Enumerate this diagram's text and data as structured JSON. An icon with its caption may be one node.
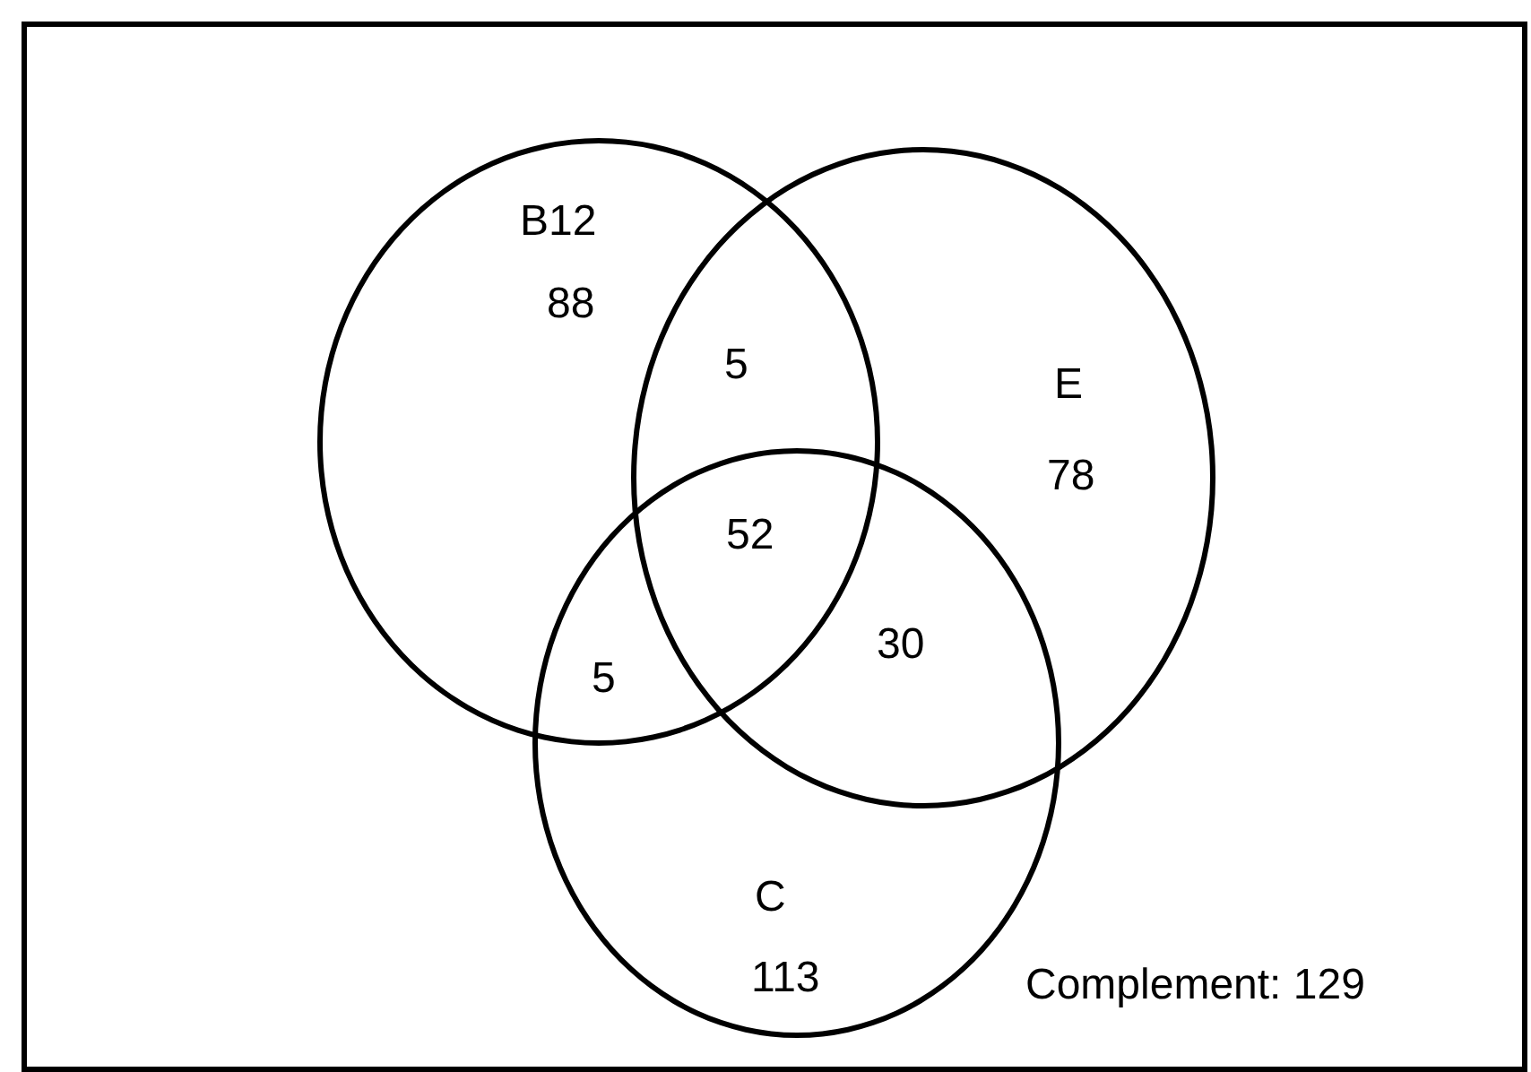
{
  "diagram": {
    "nodes": [
      {
        "text": [
          "Complement: 129"
        ]
      },
      {
        "text": [
          "B12",
          "88"
        ],
        "in": 0
      },
      {
        "text": [
          "E",
          "78"
        ],
        "in": 0
      },
      {
        "text": [
          "C",
          "113"
        ],
        "in": 0
      }
    ],
    "labels": [
      "5",
      "52",
      "5",
      "30"
    ]
  }
}
